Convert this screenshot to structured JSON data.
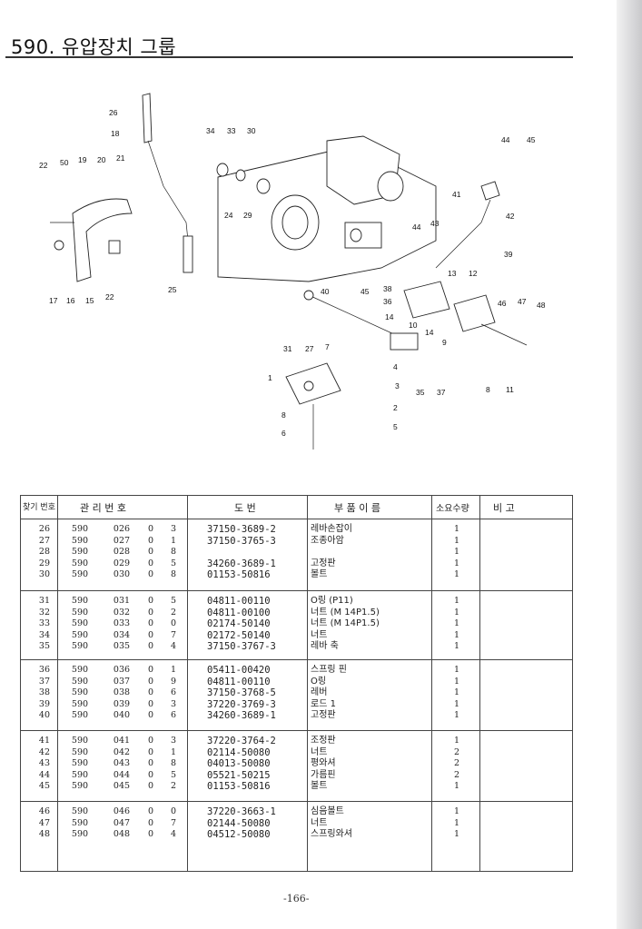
{
  "page": {
    "title": "590. 유압장치 그룹",
    "page_number": "-166-"
  },
  "table": {
    "headers": {
      "no": "찾기 번호",
      "mgmt": "관 리 번 호",
      "dwg": "도 번",
      "name": "부 품 이 름",
      "qty": "소요수량",
      "remark": "비 고"
    },
    "groups": [
      [
        {
          "no": "26",
          "a": "590",
          "b": "026",
          "c": "0",
          "d": "3",
          "dwg": "37150-3689-2",
          "name": "레바손잡이",
          "qty": "1"
        },
        {
          "no": "27",
          "a": "590",
          "b": "027",
          "c": "0",
          "d": "1",
          "dwg": "37150-3765-3",
          "name": "조종아암",
          "qty": "1"
        },
        {
          "no": "28",
          "a": "590",
          "b": "028",
          "c": "0",
          "d": "8",
          "dwg": "",
          "name": "",
          "qty": "1"
        },
        {
          "no": "29",
          "a": "590",
          "b": "029",
          "c": "0",
          "d": "5",
          "dwg": "34260-3689-1",
          "name": "고정판",
          "qty": "1"
        },
        {
          "no": "30",
          "a": "590",
          "b": "030",
          "c": "0",
          "d": "8",
          "dwg": "01153-50816",
          "name": "볼트",
          "qty": "1"
        }
      ],
      [
        {
          "no": "31",
          "a": "590",
          "b": "031",
          "c": "0",
          "d": "5",
          "dwg": "04811-00110",
          "name": "O링 (P11)",
          "qty": "1"
        },
        {
          "no": "32",
          "a": "590",
          "b": "032",
          "c": "0",
          "d": "2",
          "dwg": "04811-00100",
          "name": "너트 (M 14P1.5)",
          "qty": "1"
        },
        {
          "no": "33",
          "a": "590",
          "b": "033",
          "c": "0",
          "d": "0",
          "dwg": "02174-50140",
          "name": "너트 (M 14P1.5)",
          "qty": "1"
        },
        {
          "no": "34",
          "a": "590",
          "b": "034",
          "c": "0",
          "d": "7",
          "dwg": "02172-50140",
          "name": "너트",
          "qty": "1"
        },
        {
          "no": "35",
          "a": "590",
          "b": "035",
          "c": "0",
          "d": "4",
          "dwg": "37150-3767-3",
          "name": "레바 축",
          "qty": "1"
        }
      ],
      [
        {
          "no": "36",
          "a": "590",
          "b": "036",
          "c": "0",
          "d": "1",
          "dwg": "05411-00420",
          "name": "스프링 핀",
          "qty": "1"
        },
        {
          "no": "37",
          "a": "590",
          "b": "037",
          "c": "0",
          "d": "9",
          "dwg": "04811-00110",
          "name": "O링",
          "qty": "1"
        },
        {
          "no": "38",
          "a": "590",
          "b": "038",
          "c": "0",
          "d": "6",
          "dwg": "37150-3768-5",
          "name": "레버",
          "qty": "1"
        },
        {
          "no": "39",
          "a": "590",
          "b": "039",
          "c": "0",
          "d": "3",
          "dwg": "37220-3769-3",
          "name": "로드 1",
          "qty": "1"
        },
        {
          "no": "40",
          "a": "590",
          "b": "040",
          "c": "0",
          "d": "6",
          "dwg": "34260-3689-1",
          "name": "고정판",
          "qty": "1"
        }
      ],
      [
        {
          "no": "41",
          "a": "590",
          "b": "041",
          "c": "0",
          "d": "3",
          "dwg": "37220-3764-2",
          "name": "조정판",
          "qty": "1"
        },
        {
          "no": "42",
          "a": "590",
          "b": "042",
          "c": "0",
          "d": "1",
          "dwg": "02114-50080",
          "name": "너트",
          "qty": "2"
        },
        {
          "no": "43",
          "a": "590",
          "b": "043",
          "c": "0",
          "d": "8",
          "dwg": "04013-50080",
          "name": "평와셔",
          "qty": "2"
        },
        {
          "no": "44",
          "a": "590",
          "b": "044",
          "c": "0",
          "d": "5",
          "dwg": "05521-50215",
          "name": "가름핀",
          "qty": "2"
        },
        {
          "no": "45",
          "a": "590",
          "b": "045",
          "c": "0",
          "d": "2",
          "dwg": "01153-50816",
          "name": "볼트",
          "qty": "1"
        }
      ],
      [
        {
          "no": "46",
          "a": "590",
          "b": "046",
          "c": "0",
          "d": "0",
          "dwg": "37220-3663-1",
          "name": "심음볼트",
          "qty": "1"
        },
        {
          "no": "47",
          "a": "590",
          "b": "047",
          "c": "0",
          "d": "7",
          "dwg": "02144-50080",
          "name": "너트",
          "qty": "1"
        },
        {
          "no": "48",
          "a": "590",
          "b": "048",
          "c": "0",
          "d": "4",
          "dwg": "04512-50080",
          "name": "스프링와셔",
          "qty": "1"
        }
      ]
    ]
  },
  "diagram": {
    "callouts": [
      "1",
      "2",
      "3",
      "4",
      "5",
      "6",
      "7",
      "8",
      "9",
      "10",
      "11",
      "12",
      "13",
      "14",
      "15",
      "16",
      "17",
      "18",
      "19",
      "20",
      "21",
      "22",
      "24",
      "25",
      "26",
      "27",
      "29",
      "30",
      "31",
      "33",
      "34",
      "35",
      "36",
      "37",
      "38",
      "39",
      "40",
      "41",
      "42",
      "43",
      "44",
      "45",
      "46",
      "47",
      "48",
      "50"
    ]
  }
}
